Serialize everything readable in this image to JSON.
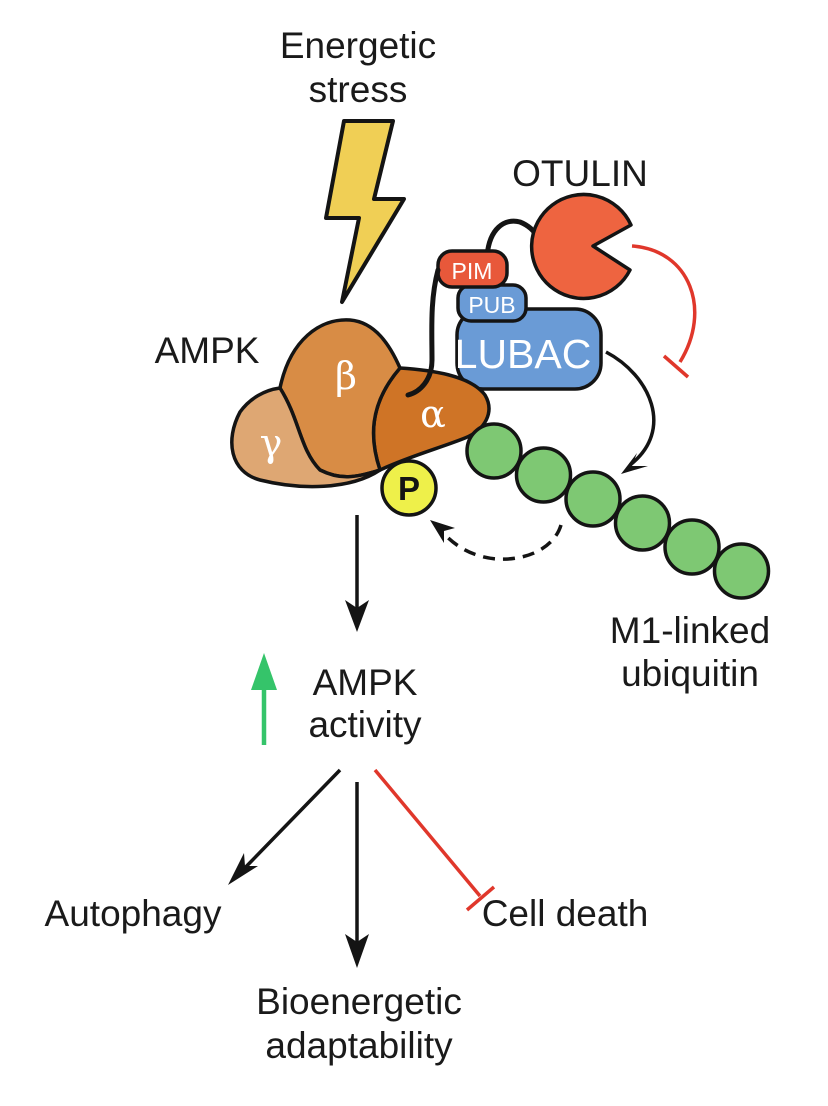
{
  "diagram": {
    "labels": {
      "stress_line1": "Energetic",
      "stress_line2": "stress",
      "otulin": "OTULIN",
      "ampk": "AMPK",
      "pim": "PIM",
      "pub": "PUB",
      "lubac": "LUBAC",
      "beta": "β",
      "gamma": "γ",
      "alpha": "α",
      "phospho": "P",
      "ubiquitin_line1": "M1-linked",
      "ubiquitin_line2": "ubiquitin",
      "activity_line1": "AMPK",
      "activity_line2": "activity",
      "autophagy": "Autophagy",
      "cell_death": "Cell death",
      "bioenergetic_line1": "Bioenergetic",
      "bioenergetic_line2": "adaptability"
    },
    "ubiquitin_count": 6,
    "colors": {
      "bolt": "#f0cf55",
      "otulin": "#ee6440",
      "pim": "#e8583a",
      "lubac": "#6a9bd6",
      "beta": "#d88c45",
      "gamma": "#dea773",
      "alpha": "#cf7426",
      "phospho": "#eef04a",
      "ubiquitin": "#7ec873",
      "inhibit": "#e0372b",
      "increase": "#35c46a",
      "ink": "#141414"
    }
  }
}
